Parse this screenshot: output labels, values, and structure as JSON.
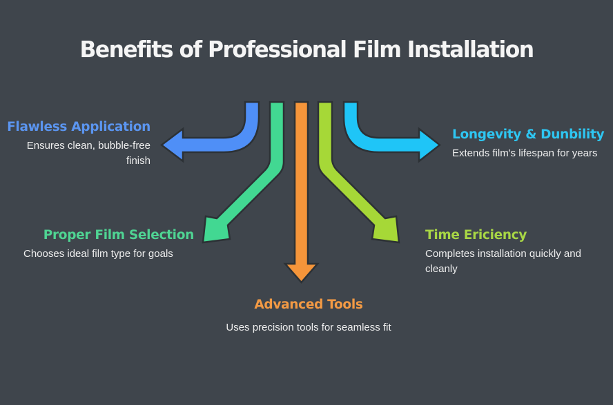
{
  "title": "Benefits of Professional Film Installation",
  "colors": {
    "background": "#3f454c",
    "outline": "#2c3135",
    "blue": "#4f8ff7",
    "green": "#42d892",
    "orange": "#f5953a",
    "lime": "#a6d837",
    "cyan": "#1fc5f7"
  },
  "benefits": [
    {
      "id": "flawless",
      "title": "Flawless Application",
      "description": "Ensures clean, bubble-free finish",
      "color": "#5b95f0",
      "arrow": "blue-left"
    },
    {
      "id": "longevity",
      "title": "Longevity & Dunbility",
      "description": "Extends film's lifespan for years",
      "color": "#2ec6f2",
      "arrow": "cyan-right"
    },
    {
      "id": "selection",
      "title": "Proper Film Selection",
      "description": "Chooses ideal film type for goals",
      "color": "#4fd493",
      "arrow": "green-down-left"
    },
    {
      "id": "time",
      "title": "Time Ericiency",
      "description": "Completes installation quickly and cleanly",
      "color": "#a8d645",
      "arrow": "lime-down-right"
    },
    {
      "id": "tools",
      "title": "Advanced Tools",
      "description": "Uses precision tools for seamless fit",
      "color": "#f39a44",
      "arrow": "orange-down"
    }
  ]
}
